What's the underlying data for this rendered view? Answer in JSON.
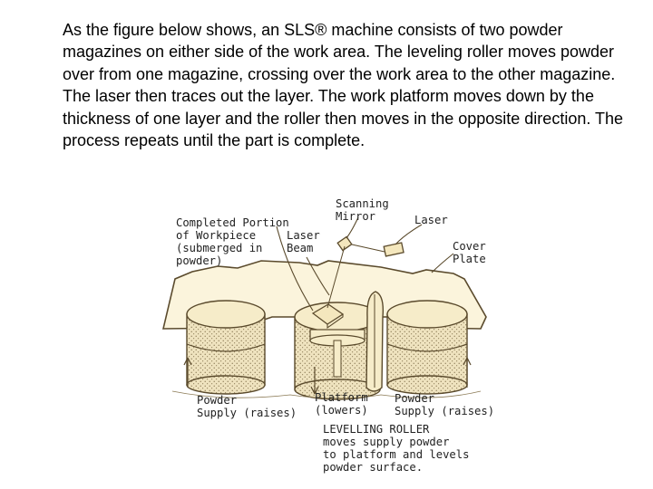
{
  "intro_text": "As the figure below shows, an SLS® machine consists of two powder magazines on either side of the work area. The leveling roller moves powder over from one magazine, crossing over the work area to the other magazine. The laser then traces out the layer. The work platform moves down by the thickness of one layer and the roller then moves in the opposite direction. The process repeats until the part is complete.",
  "labels": {
    "completed_portion": "Completed Portion\nof Workpiece\n(submerged in\npowder)",
    "laser_beam": "Laser\nBeam",
    "scanning_mirror": "Scanning\nMirror",
    "laser": "Laser",
    "cover_plate": "Cover\nPlate",
    "powder_supply_left": "Powder\nSupply (raises)",
    "platform": "Platform\n(lowers)",
    "powder_supply_right": "Powder\nSupply (raises)",
    "levelling_roller": "LEVELLING ROLLER\nmoves supply powder\nto platform and levels\npowder surface."
  },
  "colors": {
    "paper": "#fbf4dc",
    "line": "#5a4a2c",
    "powder": "#e9dcb5"
  }
}
